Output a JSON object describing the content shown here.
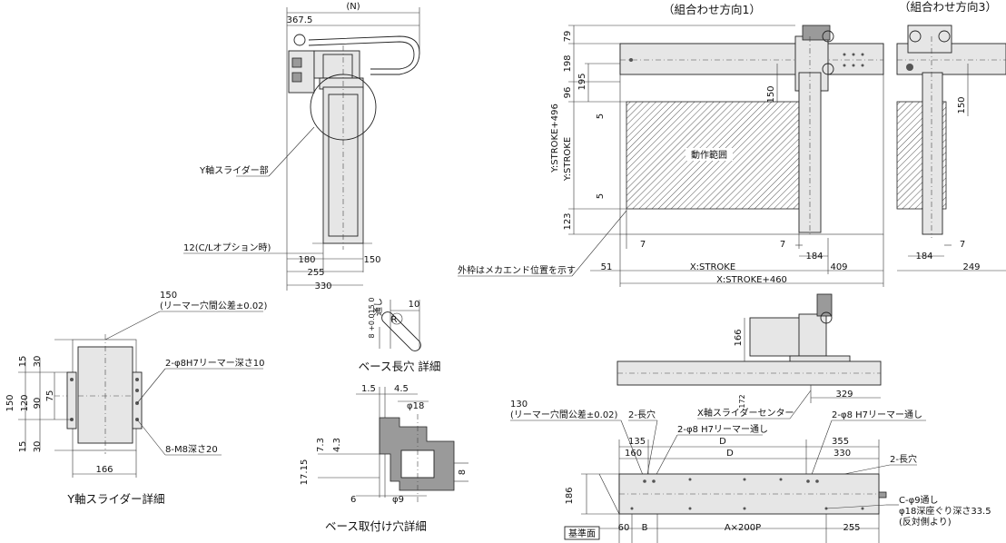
{
  "titles": {
    "combo1": "（組合わせ方向1）",
    "combo3": "（組合わせ方向3）"
  },
  "captions": {
    "y_slider_detail": "Y軸スライダー詳細",
    "base_slot_detail": "ベース長穴 詳細",
    "base_mount_hole_detail": "ベース取付け穴詳細"
  },
  "labels": {
    "y_slider_part": "Y軸スライダー部",
    "cl_option": "12(C/Lオプション時)",
    "motion_range": "動作範囲",
    "outer_frame_note": "外枠はメカエンド位置を示す",
    "x_slider_center": "X軸スライダーセンター",
    "reamer_tol_150": "150",
    "reamer_tol_150_note": "(リーマー穴間公差±0.02)",
    "reamer_tol_130": "130",
    "reamer_tol_130_note": "(リーマー穴間公差±0.02)",
    "phi8_h7_depth10": "2-φ8H7リーマー深さ10",
    "m8_depth20": "8-M8深さ20",
    "two_long_hole_a": "2-長穴",
    "two_long_hole_b": "2-長穴",
    "phi8_reamer_thru_a": "2-φ8 H7リーマー通し",
    "phi8_reamer_thru_b": "2-φ8 H7リーマー通し",
    "c_phi9": "C-φ9通し",
    "counterbore": "φ18深座ぐり深さ33.5",
    "opposite_side": "(反対側より)",
    "datum_face": "基準面",
    "slot_thru": "通し",
    "slot_tol": "8 +0.015 0"
  },
  "dims_top": {
    "n": "(N)",
    "w367": "367.5",
    "d180": "180",
    "d150": "150",
    "d255": "255",
    "d330": "330"
  },
  "dims_combo1": {
    "d79": "79",
    "d198": "198",
    "d195": "195",
    "d96": "96",
    "d5a": "5",
    "d5b": "5",
    "d150": "150",
    "ystroke496": "Y:STROKE+496",
    "ystroke": "Y:STROKE",
    "d123": "123",
    "d7a": "7",
    "d7b": "7",
    "d51": "51",
    "xstroke": "X:STROKE",
    "xstroke460": "X:STROKE+460",
    "d184": "184",
    "d409": "409"
  },
  "dims_combo3": {
    "d150": "150",
    "d184": "184",
    "d7": "7",
    "d249": "249"
  },
  "dims_yslider": {
    "d15a": "15",
    "d30a": "30",
    "d150": "150",
    "d120": "120",
    "d90": "90",
    "d75": "75",
    "d15b": "15",
    "d30b": "30",
    "d166": "166"
  },
  "dims_slot": {
    "d10": "10",
    "r": "R"
  },
  "dims_mount": {
    "d15": "1.5",
    "d45": "4.5",
    "phi18": "φ18",
    "d73": "7.3",
    "d43": "4.3",
    "d1715": "17.15",
    "d8": "8",
    "d6": "6",
    "phi9": "φ9"
  },
  "dims_xside": {
    "d166": "166",
    "d172": "172",
    "d329": "329"
  },
  "dims_base": {
    "d135": "135",
    "d160": "160",
    "da": "D",
    "db": "D",
    "d355": "355",
    "d330": "330",
    "d186": "186",
    "d60": "60",
    "b": "B",
    "a200p": "A×200P",
    "d255": "255"
  }
}
